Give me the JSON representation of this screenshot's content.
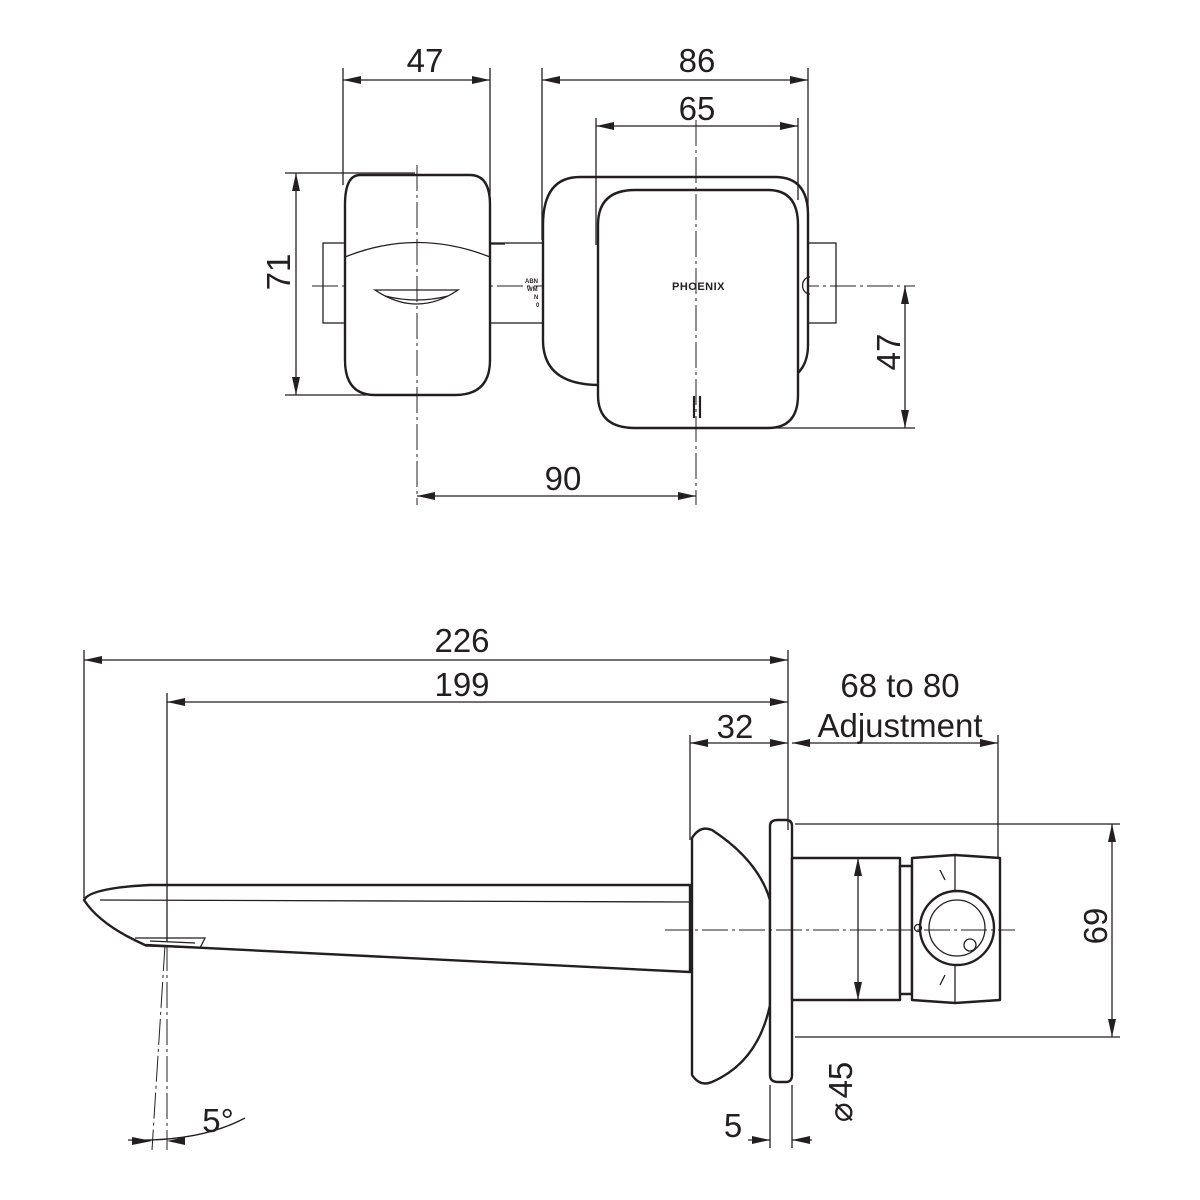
{
  "drawing": {
    "brand_label": "PHOENIX",
    "front_view": {
      "dim_spout_width": "47",
      "dim_plate_width": "86",
      "dim_handle_width": "65",
      "dim_spout_height": "71",
      "dim_plate_offset": "47",
      "dim_centres": "90",
      "small_labels": [
        "ABN",
        "WM",
        "N",
        "0"
      ]
    },
    "side_view": {
      "dim_total_length": "226",
      "dim_spout_reach": "199",
      "dim_plate_depth": "32",
      "dim_adjustment_range": "68 to 80",
      "dim_adjustment_label": "Adjustment",
      "dim_body_height": "69",
      "dim_body_diameter": "45",
      "dim_plate_thickness": "5",
      "dim_spout_angle": "5°",
      "diameter_symbol": "⌀"
    }
  }
}
